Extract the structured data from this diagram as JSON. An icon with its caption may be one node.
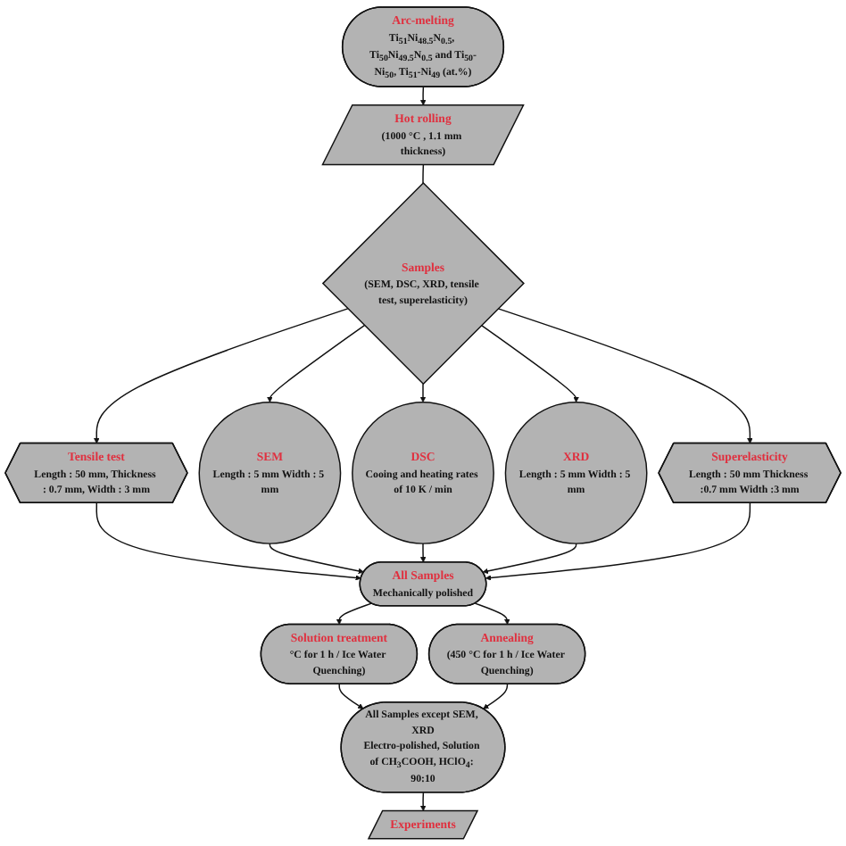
{
  "diagram": {
    "nodes": [
      {
        "text": [
          "Arc-melting",
          "Ti$_{51}$Ni$_{48.5}$N$_{0.5}$, Ti$_{50}$Ni$_{49.5}$N$_{0.5}$ and Ti$_{50}$-Ni$_{50}$, Ti$_{51}$-Ni$_{49}$ (at.%)"
        ]
      },
      {
        "text": [
          "Hot rolling",
          "(1000 °C , 1.1 mm thickness)"
        ]
      },
      {
        "text": [
          "Samples",
          "(SEM, DSC, XRD, tensile test, superelasticity)"
        ]
      },
      {
        "text": [
          "Tensile test",
          "Length : 50 mm, Thickness : 0.7 mm, Width : 3 mm"
        ]
      },
      {
        "text": [
          "SEM",
          "Length : 5 mm Width : 5 mm"
        ]
      },
      {
        "text": [
          "DSC",
          "Cooing and heating rates of 10 K / min"
        ]
      },
      {
        "text": [
          "XRD",
          "Length : 5 mm Width : 5 mm"
        ]
      },
      {
        "text": [
          "Superelasticity",
          "Length : 50 mm Thickness :0.7 mm Width :3 mm"
        ]
      },
      {
        "text": [
          "All Samples",
          "Mechanically polished"
        ]
      },
      {
        "text": [
          "Solution treatment",
          "°C for 1 h / Ice Water Quenching)"
        ]
      },
      {
        "text": [
          "All Samples except SEM, XRD",
          "Electro-polished, Solution of CH$_{3}$COOH, HClO$_{4}$: 90:10"
        ]
      },
      {
        "text": [
          "Annealing",
          "(450 °C for 1 h / Ice Water Quenching)"
        ]
      },
      {
        "text": [
          "Experiments"
        ]
      }
    ],
    "edges": [
      {
        "from": 0,
        "to": 1,
        "arrow": "to"
      },
      {
        "from": 1,
        "to": 2,
        "arrow": "none"
      },
      {
        "from": 2,
        "to": 3,
        "arrow": "to"
      },
      {
        "from": 2,
        "to": 4,
        "arrow": "to"
      },
      {
        "from": 2,
        "to": 5,
        "arrow": "to"
      },
      {
        "from": 2,
        "to": 6,
        "arrow": "to"
      },
      {
        "from": 2,
        "to": 7,
        "arrow": "to"
      },
      {
        "from": 3,
        "to": 8,
        "arrow": "to"
      },
      {
        "from": 4,
        "to": 8,
        "arrow": "to"
      },
      {
        "from": 5,
        "to": 8,
        "arrow": "to"
      },
      {
        "from": 6,
        "to": 8,
        "arrow": "to"
      },
      {
        "from": 7,
        "to": 8,
        "arrow": "to"
      },
      {
        "from": 8,
        "to": 9,
        "arrow": "to"
      },
      {
        "from": 8,
        "to": 11,
        "arrow": "to"
      },
      {
        "from": 9,
        "to": 10,
        "arrow": "to"
      },
      {
        "from": 11,
        "to": 10,
        "arrow": "to"
      },
      {
        "from": 10,
        "to": 12,
        "arrow": "to"
      }
    ]
  }
}
